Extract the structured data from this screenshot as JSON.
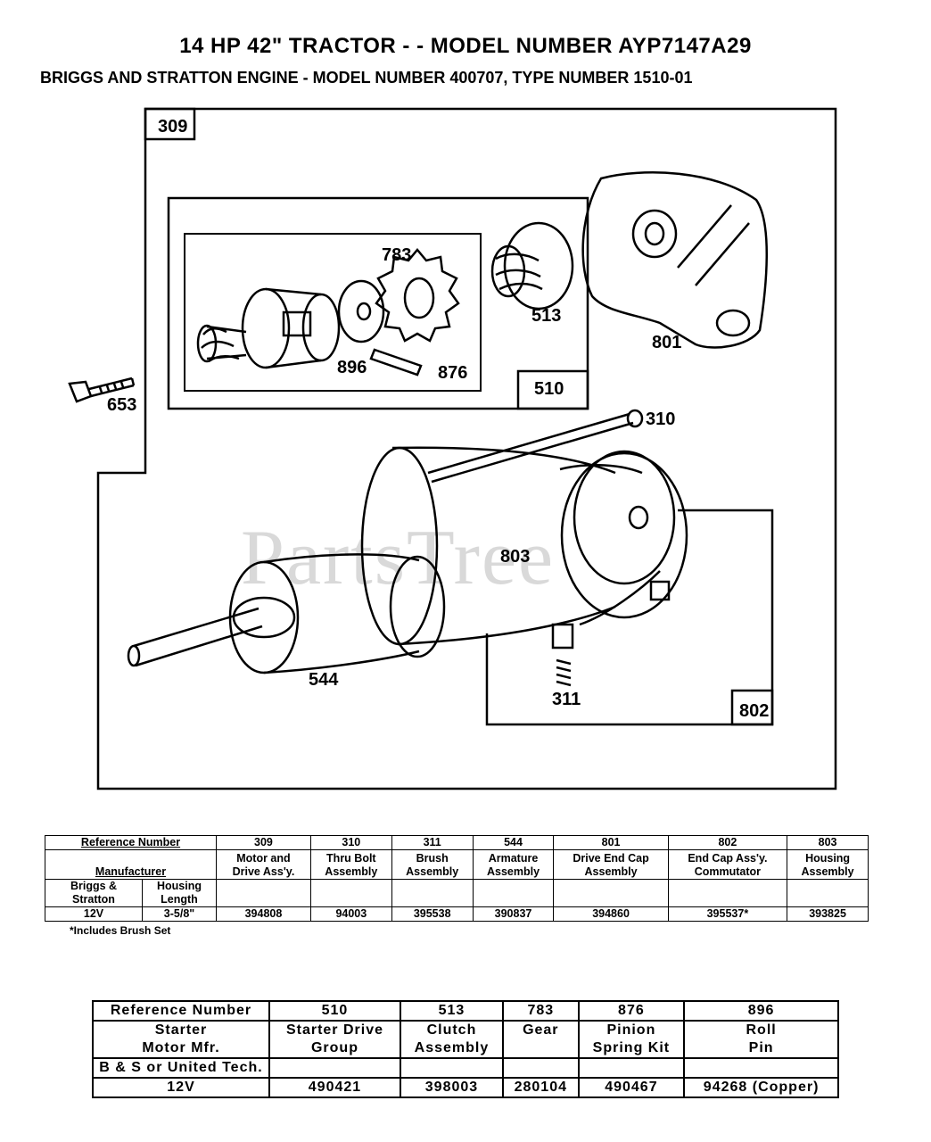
{
  "header": {
    "title": "14 HP 42\" TRACTOR - - MODEL NUMBER AYP7147A29",
    "subtitle": "BRIGGS AND STRATTON ENGINE - MODEL NUMBER 400707, TYPE NUMBER 1510-01"
  },
  "watermark": "PartsTree",
  "diagram": {
    "callouts": {
      "c309": "309",
      "c510": "510",
      "c783": "783",
      "c896": "896",
      "c876": "876",
      "c513": "513",
      "c801": "801",
      "c653": "653",
      "c310": "310",
      "c803": "803",
      "c544": "544",
      "c311": "311",
      "c802": "802"
    }
  },
  "table1": {
    "ref_label": "Reference Number",
    "refs": [
      "309",
      "310",
      "311",
      "544",
      "801",
      "802",
      "803"
    ],
    "manufacturer_label": "Manufacturer",
    "descriptions": [
      [
        "Motor and",
        "Drive Ass'y."
      ],
      [
        "Thru Bolt",
        "Assembly"
      ],
      [
        "Brush",
        "Assembly"
      ],
      [
        "Armature",
        "Assembly"
      ],
      [
        "Drive End Cap",
        "Assembly"
      ],
      [
        "End Cap Ass'y.",
        "Commutator"
      ],
      [
        "Housing",
        "Assembly"
      ]
    ],
    "sub_col1": [
      "Briggs &",
      "Stratton"
    ],
    "sub_col2": [
      "Housing",
      "Length"
    ],
    "row_voltage": "12V",
    "row_length": "3-5/8\"",
    "parts": [
      "394808",
      "94003",
      "395538",
      "390837",
      "394860",
      "395537*",
      "393825"
    ],
    "note": "*Includes Brush Set"
  },
  "table2": {
    "ref_label": "Reference Number",
    "refs": [
      "510",
      "513",
      "783",
      "876",
      "896"
    ],
    "motor_label": [
      "Starter",
      "Motor Mfr."
    ],
    "descriptions": [
      [
        "Starter  Drive",
        "Group"
      ],
      [
        "Clutch",
        "Assembly"
      ],
      [
        "Gear",
        ""
      ],
      [
        "Pinion",
        "Spring  Kit"
      ],
      [
        "Roll",
        "Pin"
      ]
    ],
    "mfr_row": "B & S or United Tech.",
    "row_voltage": "12V",
    "parts": [
      "490421",
      "398003",
      "280104",
      "490467",
      "94268  (Copper)"
    ]
  }
}
